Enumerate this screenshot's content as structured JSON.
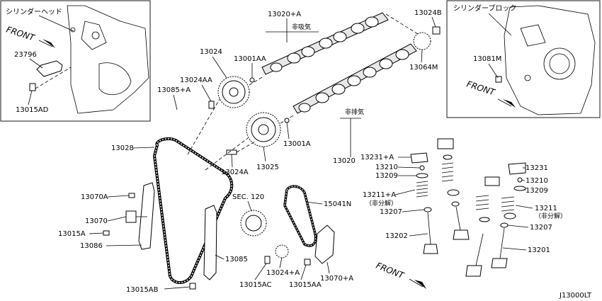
{
  "insets": {
    "cylinder_head": "シリンダーヘッド",
    "cylinder_block": "シリンダーブロック",
    "front": "FRONT"
  },
  "labels": {
    "p23796": "23796",
    "p13015AD": "13015AD",
    "p13020A": "13020+A",
    "exhaust": "非吸気",
    "p13001AA": "13001AA",
    "p13024": "13024",
    "p13024AA": "13024AA",
    "p13085A": "13085+A",
    "p13024B": "13024B",
    "p13064M": "13064M",
    "p13081M": "13081M",
    "intake": "非排気",
    "p13001A": "13001A",
    "p13020": "13020",
    "p13028": "13028",
    "p13024A": "13024A",
    "p13025": "13025",
    "p13231A": "13231+A",
    "p13210a": "13210",
    "p13209a": "13209",
    "p13211A": "13211+A",
    "nonsep_a": "（非分解）",
    "p13207a": "13207",
    "p13202": "13202",
    "p13231": "13231",
    "p13210b": "13210",
    "p13209b": "13209",
    "p13211": "13211",
    "nonsep_b": "（非分解）",
    "p13207b": "13207",
    "p13201": "13201",
    "p13070A": "13070A",
    "sec120": "SEC. 120",
    "p15041N": "15041N",
    "p13070": "13070",
    "p13015A": "13015A",
    "p13086": "13086",
    "p13085": "13085",
    "p13024pA": "13024+A",
    "p13070pA": "13070+A",
    "p13015AB": "13015AB",
    "p13015AC": "13015AC",
    "p13015AA": "13015AA",
    "diagram_code": "J13000LT"
  }
}
